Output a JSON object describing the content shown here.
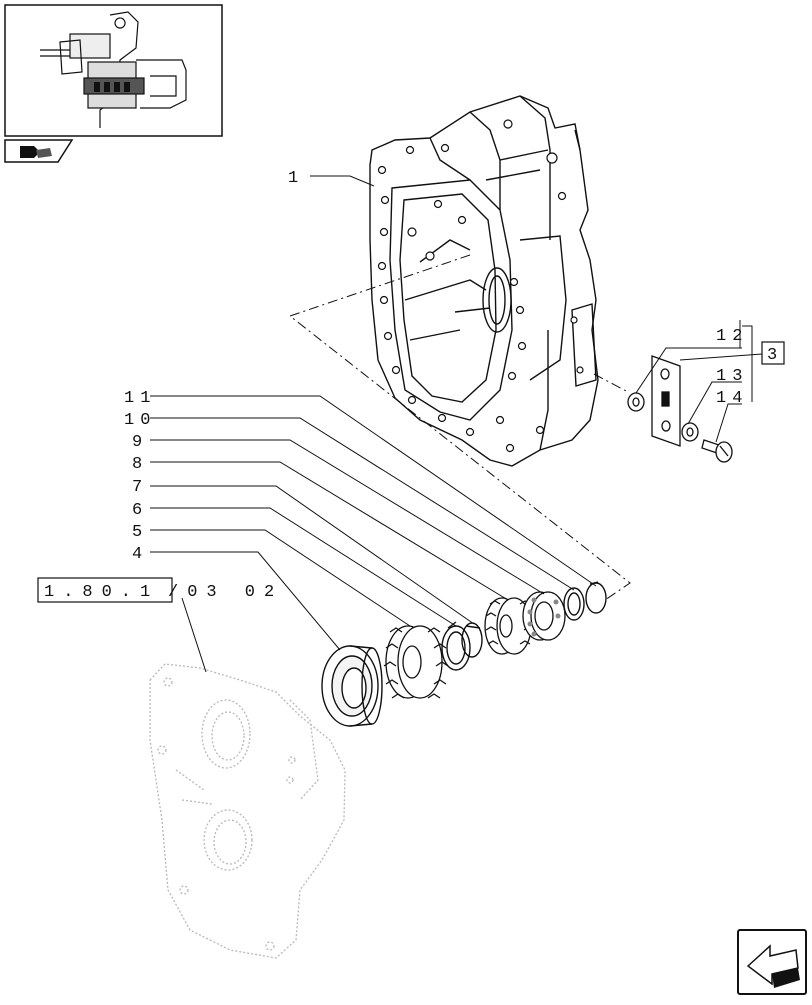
{
  "callouts": [
    {
      "num": "1"
    },
    {
      "num": "11"
    },
    {
      "num": "10"
    },
    {
      "num": "9"
    },
    {
      "num": "8"
    },
    {
      "num": "7"
    },
    {
      "num": "6"
    },
    {
      "num": "5"
    },
    {
      "num": "4"
    },
    {
      "num": "12"
    },
    {
      "num": "13"
    },
    {
      "num": "14"
    }
  ],
  "box_callout": "3",
  "reference": {
    "box": "1.80.1",
    "rest": "/03 02"
  },
  "colors": {
    "line": "#111111",
    "ghost": "#b8b8b8",
    "accent": "#1a1a1a"
  },
  "icons": {
    "thumbnail": "assembly-thumbnail-icon",
    "nav": "navigation-arrow-icon",
    "nav_small": "tractor-nav-icon"
  }
}
